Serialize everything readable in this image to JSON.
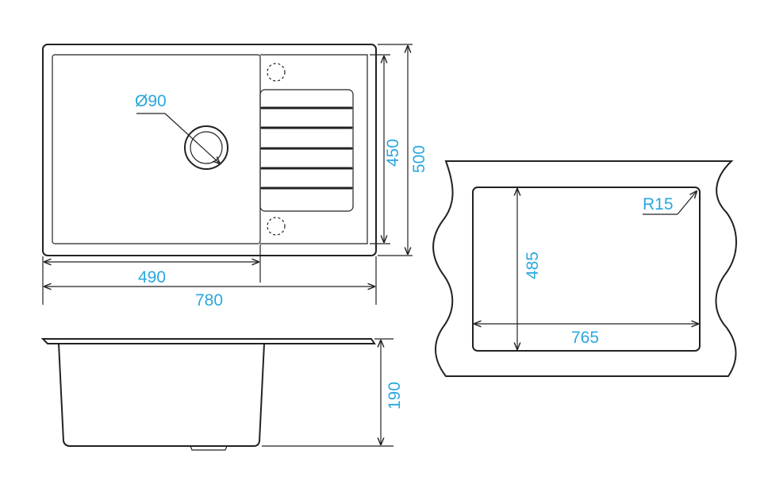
{
  "colors": {
    "outline": "#222222",
    "label": "#2aa7e0",
    "background": "#ffffff"
  },
  "top_view": {
    "drain_diameter": "Ø90",
    "width_inner": "490",
    "width_total": "780",
    "depth_inner": "450",
    "depth_total": "500"
  },
  "side_view": {
    "bowl_depth": "190"
  },
  "cutout": {
    "corner_radius": "R15",
    "depth": "485",
    "width": "765"
  }
}
